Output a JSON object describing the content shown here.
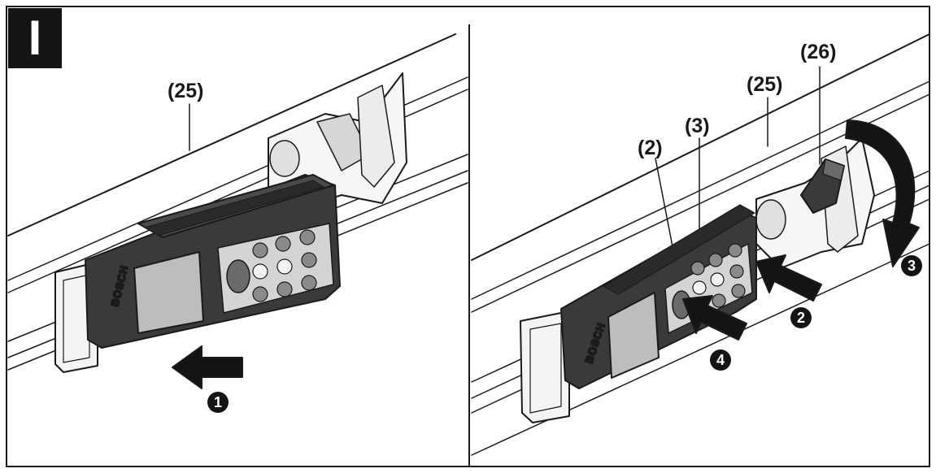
{
  "figure": {
    "tag": "I"
  },
  "left_panel": {
    "callouts": {
      "guide_rail": "(25)"
    },
    "steps": {
      "insert": "1"
    },
    "device_brand": "BOSCH"
  },
  "right_panel": {
    "callouts": {
      "button_2": "(2)",
      "button_3": "(3)",
      "guide_rail": "(25)",
      "locking_lever": "(26)"
    },
    "steps": {
      "press_side": "2",
      "turn_lever": "3",
      "press_front": "4"
    },
    "device_brand": "BOSCH"
  },
  "colors": {
    "ink": "#1a1a1a",
    "device_body": "#3a3a3a",
    "device_screen": "#bdbdbd",
    "paper": "#ffffff"
  }
}
